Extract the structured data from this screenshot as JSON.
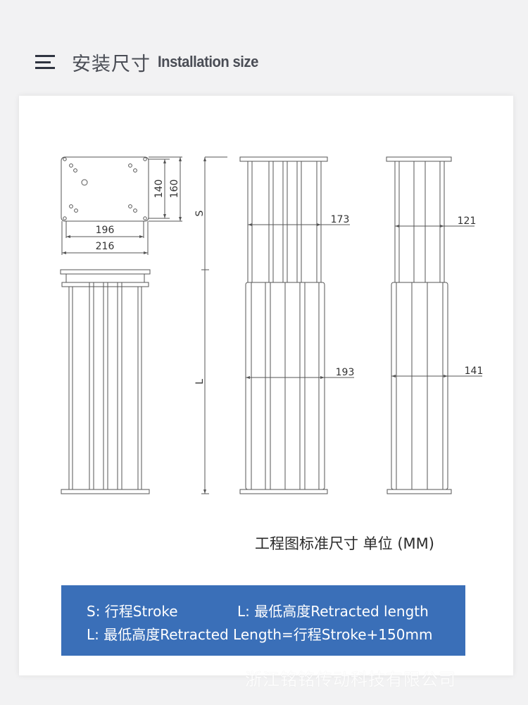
{
  "header": {
    "title_cn": "安装尺寸",
    "title_en": "Installation size",
    "menu_icon": "hamburger-icon"
  },
  "drawing": {
    "plate": {
      "width_outer": "216",
      "width_inner": "196",
      "height_outer": "160",
      "height_inner": "140"
    },
    "side": {
      "stroke_label": "S",
      "length_label": "L"
    },
    "front": {
      "upper_width": "173",
      "lower_width": "193"
    },
    "profile": {
      "upper_width": "121",
      "lower_width": "141"
    },
    "line_color": "#555555"
  },
  "caption": "工程图标准尺寸 单位 (MM)",
  "note": {
    "stroke": "S: 行程Stroke",
    "retracted": "L: 最低高度Retracted length",
    "formula": "L: 最低高度Retracted Length=行程Stroke+150mm",
    "bg_color": "#3a6fb8"
  },
  "watermark": "浙江铭铭传动科技有限公司"
}
